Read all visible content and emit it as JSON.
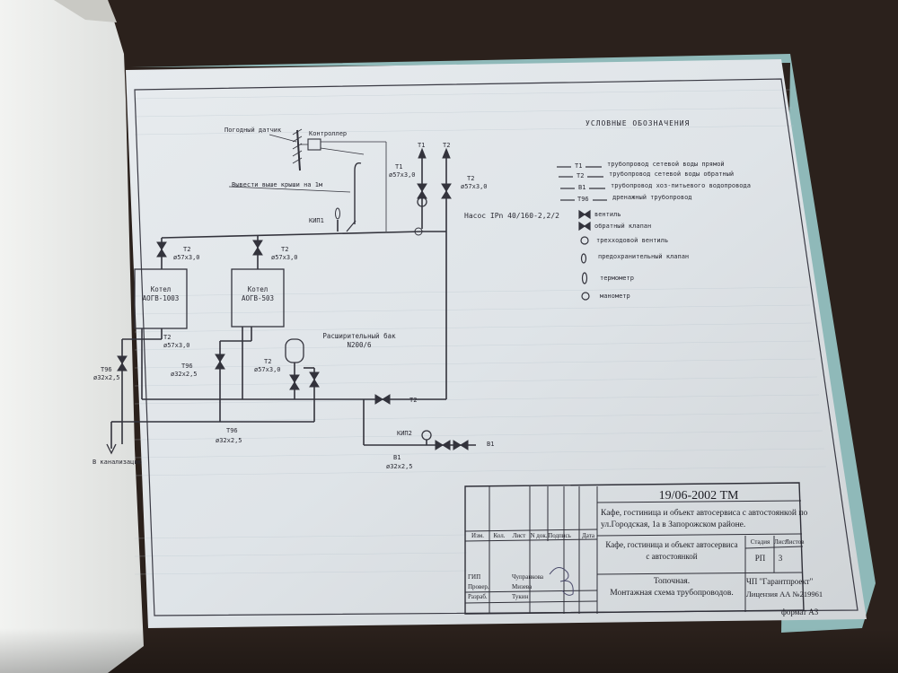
{
  "diagram": {
    "labels": {
      "weather_sensor": "Погодный датчик",
      "controller": "Контроллер",
      "exhaust": "Вывести выше крыши на 1м",
      "t1": "T1",
      "t2": "T2",
      "t1_size": "ø57x3,0",
      "t2_size": "ø57x3,0",
      "pump": "Насос IPn 40/160-2,2/2",
      "kip1": "КИП1",
      "boiler1_t2": "T2",
      "boiler1_t2_size": "ø57x3,0",
      "boiler2_t2": "T2",
      "boiler2_t2_size": "ø57x3,0",
      "boiler1": "Котел АОГВ-1003",
      "boiler2": "Котел АОГВ-503",
      "exp_tank": "Расширительный бак N200/6",
      "left_t2": "T2",
      "left_t2_size": "ø57x3,0",
      "t96_a": "T96",
      "t96_a_size": "ø32x2,5",
      "t96_b": "T96",
      "t96_b_size": "ø32x2,5",
      "t2_mid": "T2",
      "t2_mid_size": "ø57x3,0",
      "t2_main": "T2",
      "t96_bottom": "T96",
      "t96_bottom_size": "ø32x2,5",
      "sewer": "В канализацию",
      "kip2": "КИП2",
      "b1_label": "B1",
      "b1_pipe": "B1",
      "b1_size": "ø32x2,5"
    }
  },
  "legend": {
    "title": "УСЛОВНЫЕ ОБОЗНАЧЕНИЯ",
    "items": [
      {
        "code": "T1",
        "text": "трубопровод сетевой воды прямой"
      },
      {
        "code": "T2",
        "text": "трубопровод сетевой воды обратный"
      },
      {
        "code": "B1",
        "text": "трубопровод хоз-питьевого водопровода"
      },
      {
        "code": "T96",
        "text": "дренажный трубопровод"
      },
      {
        "code": "",
        "text": "вентиль"
      },
      {
        "code": "",
        "text": "обратный клапан"
      },
      {
        "code": "",
        "text": "трехходовой вентиль"
      },
      {
        "code": "",
        "text": "предохранительный клапан"
      },
      {
        "code": "",
        "text": "термометр"
      },
      {
        "code": "",
        "text": "манометр"
      }
    ]
  },
  "title_block": {
    "doc_number": "19/06-2002 ТМ",
    "project": "Кафе, гостиница и объект автосервиса с автостоянкой по ул.Городская, 1а в Запорожском районе.",
    "project_line1": "Кафе, гостиница и объект автосервиса с автостоянкой по",
    "project_line2": "ул.Городская, 1а в Запорожском районе.",
    "object_line1": "Кафе, гостиница и объект автосервиса",
    "object_line2": "с автостоянкой",
    "col_headers": [
      "Изм.",
      "Кол.",
      "Лист",
      "N док.",
      "Подпись",
      "Дата"
    ],
    "stage_header": "Стадия",
    "sheet_header": "Лист",
    "sheets_header": "Листов",
    "stage": "РП",
    "sheet": "3",
    "sheets": "",
    "sheet_title_line1": "Топочная.",
    "sheet_title_line2": "Монтажная схема трубопроводов.",
    "company": "ЧП \"Гарантпроект\"",
    "license": "Лицензия АА №219961",
    "roles": [
      {
        "role": "ГИП",
        "name": "Чупранкова"
      },
      {
        "role": "Провер.",
        "name": "Мизева"
      },
      {
        "role": "Разраб.",
        "name": "Тукин"
      }
    ],
    "format": "формат А3"
  }
}
